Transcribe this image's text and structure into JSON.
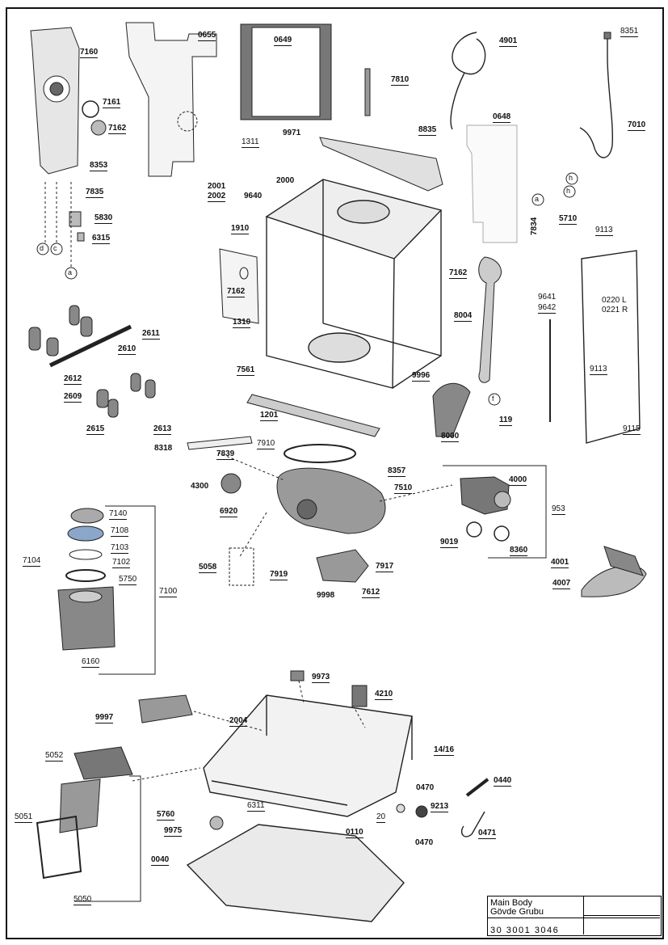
{
  "labels": {
    "p7160": "7160",
    "p0655": "0655",
    "p0649": "0649",
    "p4901": "4901",
    "p8351": "8351",
    "p7810": "7810",
    "p7161": "7161",
    "p7162a": "7162",
    "p0648": "0648",
    "p7010": "7010",
    "p9971": "9971",
    "p8835": "8835",
    "p1311": "1311",
    "p8353": "8353",
    "p2000": "2000",
    "p2001": "2001",
    "p2002": "2002",
    "p9640": "9640",
    "p7835": "7835",
    "p5830": "5830",
    "p6315": "6315",
    "p5710": "5710",
    "p7834": "7834",
    "p9113a": "9113",
    "p1910": "1910",
    "p7162b": "7162",
    "p7162c": "7162",
    "p9641": "9641",
    "p9642": "9642",
    "p0220": "0220 L",
    "p0221": "0221 R",
    "p1310": "1310",
    "p8004": "8004",
    "p2611": "2611",
    "p2610": "2610",
    "p7561": "7561",
    "p9996": "9996",
    "p9113b": "9113",
    "p2612": "2612",
    "p2609": "2609",
    "p119": "119",
    "p1201": "1201",
    "p2615": "2615",
    "p2613": "2613",
    "p8000": "8000",
    "p9115": "9115",
    "p8318": "8318",
    "p7910": "7910",
    "p7839": "7839",
    "p8357": "8357",
    "p4000": "4000",
    "p4300": "4300",
    "p7510": "7510",
    "p953": "953",
    "p7140": "7140",
    "p6920": "6920",
    "p7108": "7108",
    "p7103": "7103",
    "p9019": "9019",
    "p8360": "8360",
    "p7104": "7104",
    "p7102": "7102",
    "p7917": "7917",
    "p4001": "4001",
    "p5058": "5058",
    "p7919": "7919",
    "p5750": "5750",
    "p7100": "7100",
    "p4007": "4007",
    "p9998": "9998",
    "p7612": "7612",
    "p6160": "6160",
    "p9973": "9973",
    "p4210": "4210",
    "p9997": "9997",
    "p2004": "2004",
    "p1416": "14/16",
    "p5052": "5052",
    "p0440": "0440",
    "p0470a": "0470",
    "p9213": "9213",
    "p5760": "5760",
    "p6311": "6311",
    "p20": "20",
    "p5051": "5051",
    "p9975": "9975",
    "p0110": "0110",
    "p0471": "0471",
    "p0470b": "0470",
    "p0040": "0040",
    "p5050": "5050"
  },
  "callouts": {
    "a": "a",
    "c": "c",
    "d": "d",
    "h": "h",
    "f": "f"
  },
  "title_block": {
    "line1": "Main Body",
    "line2": "Gövde Grubu",
    "code": "30 3001 3046"
  },
  "colors": {
    "ink": "#111111",
    "gray_part": "#d8d8d8",
    "dark_part": "#555555",
    "blue_part": "#8aa6c8",
    "background": "#ffffff"
  }
}
